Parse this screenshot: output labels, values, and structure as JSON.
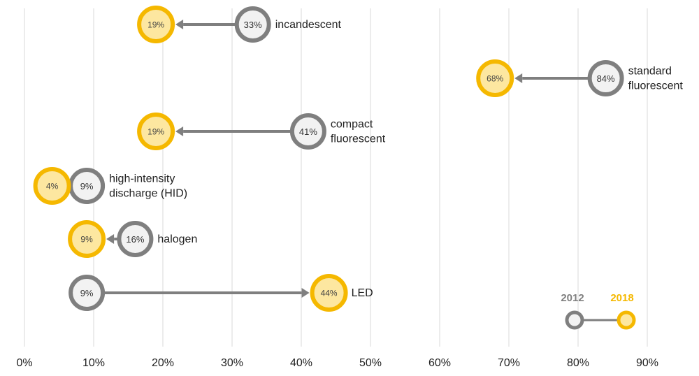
{
  "colors": {
    "old_stroke": "#7f7f7f",
    "old_fill": "#f2f2f2",
    "new_stroke": "#f5b800",
    "new_fill": "#fde7a0",
    "arrow": "#7f7f7f",
    "grid": "#d9d9d9"
  },
  "legend": {
    "old_label": "2012",
    "new_label": "2018"
  },
  "chart_data": {
    "type": "dumbbell",
    "xlim": [
      0,
      90
    ],
    "x_ticks": [
      0,
      10,
      20,
      30,
      40,
      50,
      60,
      70,
      80,
      90
    ],
    "x_tick_labels": [
      "0%",
      "10%",
      "20%",
      "30%",
      "40%",
      "50%",
      "60%",
      "70%",
      "80%",
      "90%"
    ],
    "series": [
      {
        "name": "2012"
      },
      {
        "name": "2018"
      }
    ],
    "rows": [
      {
        "label": [
          "incandescent"
        ],
        "old": 33,
        "new": 19,
        "old_label": "33%",
        "new_label": "19%"
      },
      {
        "label": [
          "standard",
          "fluorescent"
        ],
        "old": 84,
        "new": 68,
        "old_label": "84%",
        "new_label": "68%"
      },
      {
        "label": [
          "compact",
          "fluorescent"
        ],
        "old": 41,
        "new": 19,
        "old_label": "41%",
        "new_label": "19%"
      },
      {
        "label": [
          "high-intensity",
          "discharge (HID)"
        ],
        "old": 9,
        "new": 4,
        "old_label": "9%",
        "new_label": "4%"
      },
      {
        "label": [
          "halogen"
        ],
        "old": 16,
        "new": 9,
        "old_label": "16%",
        "new_label": "9%"
      },
      {
        "label": [
          "LED"
        ],
        "old": 9,
        "new": 44,
        "old_label": "9%",
        "new_label": "44%"
      }
    ]
  }
}
